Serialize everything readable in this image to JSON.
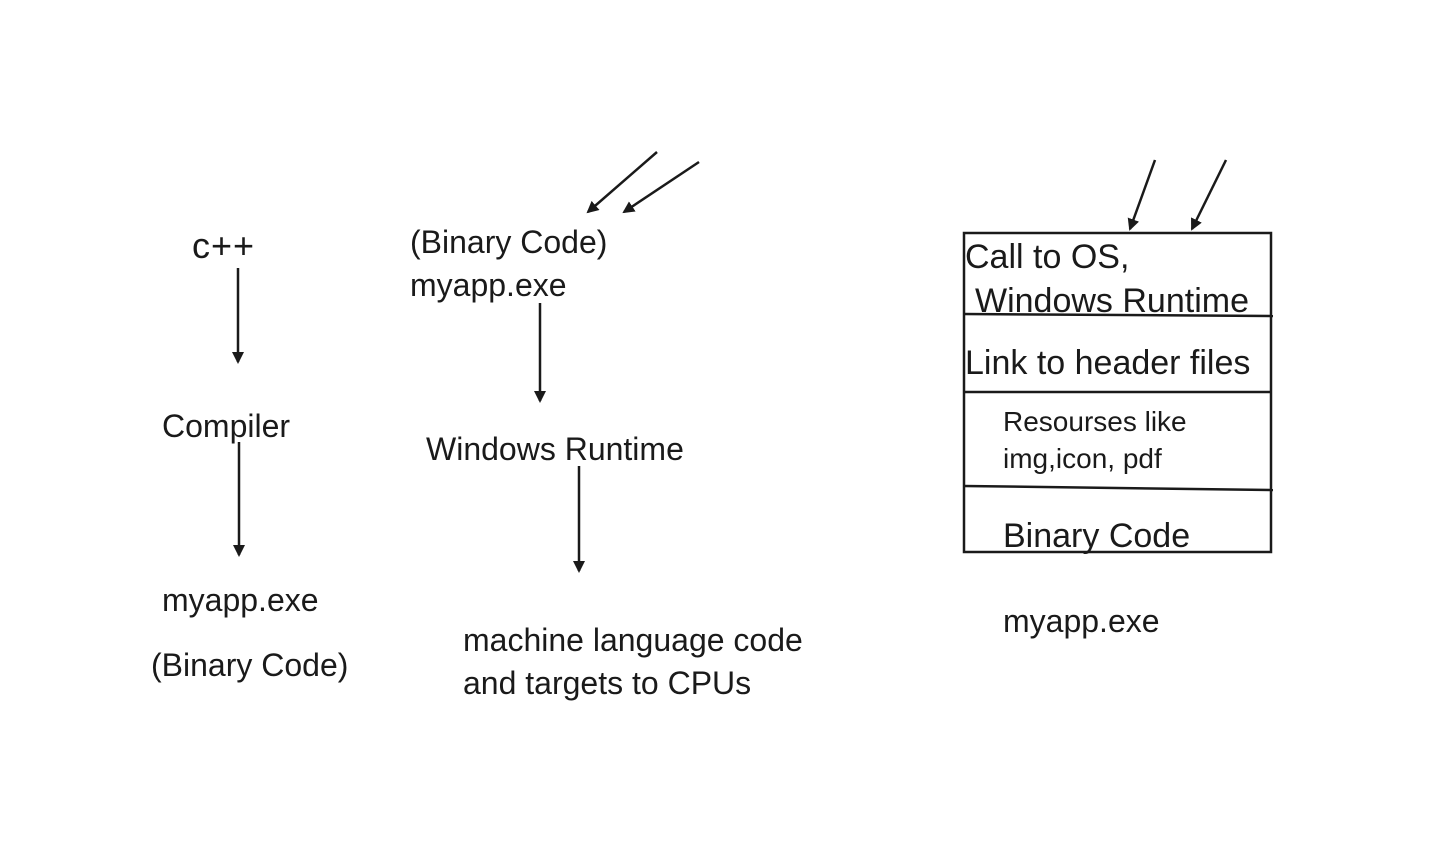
{
  "left_flow": {
    "source": "c++",
    "compiler": "Compiler",
    "output_name": "myapp.exe",
    "output_type": "(Binary Code)"
  },
  "middle_flow": {
    "input_type": "(Binary Code)",
    "input_name": "myapp.exe",
    "runtime": "Windows Runtime",
    "result_line1": "machine language code",
    "result_line2": "and targets to CPUs"
  },
  "exe_structure": {
    "section_os_line1": "Call to OS,",
    "section_os_line2": "Windows Runtime",
    "section_headers": "Link to header files",
    "section_resources_line1": "Resourses like",
    "section_resources_line2": "img,icon, pdf",
    "section_binary": "Binary Code",
    "caption": "myapp.exe"
  },
  "colors": {
    "ink": "#1a1a1a",
    "background": "#ffffff"
  }
}
